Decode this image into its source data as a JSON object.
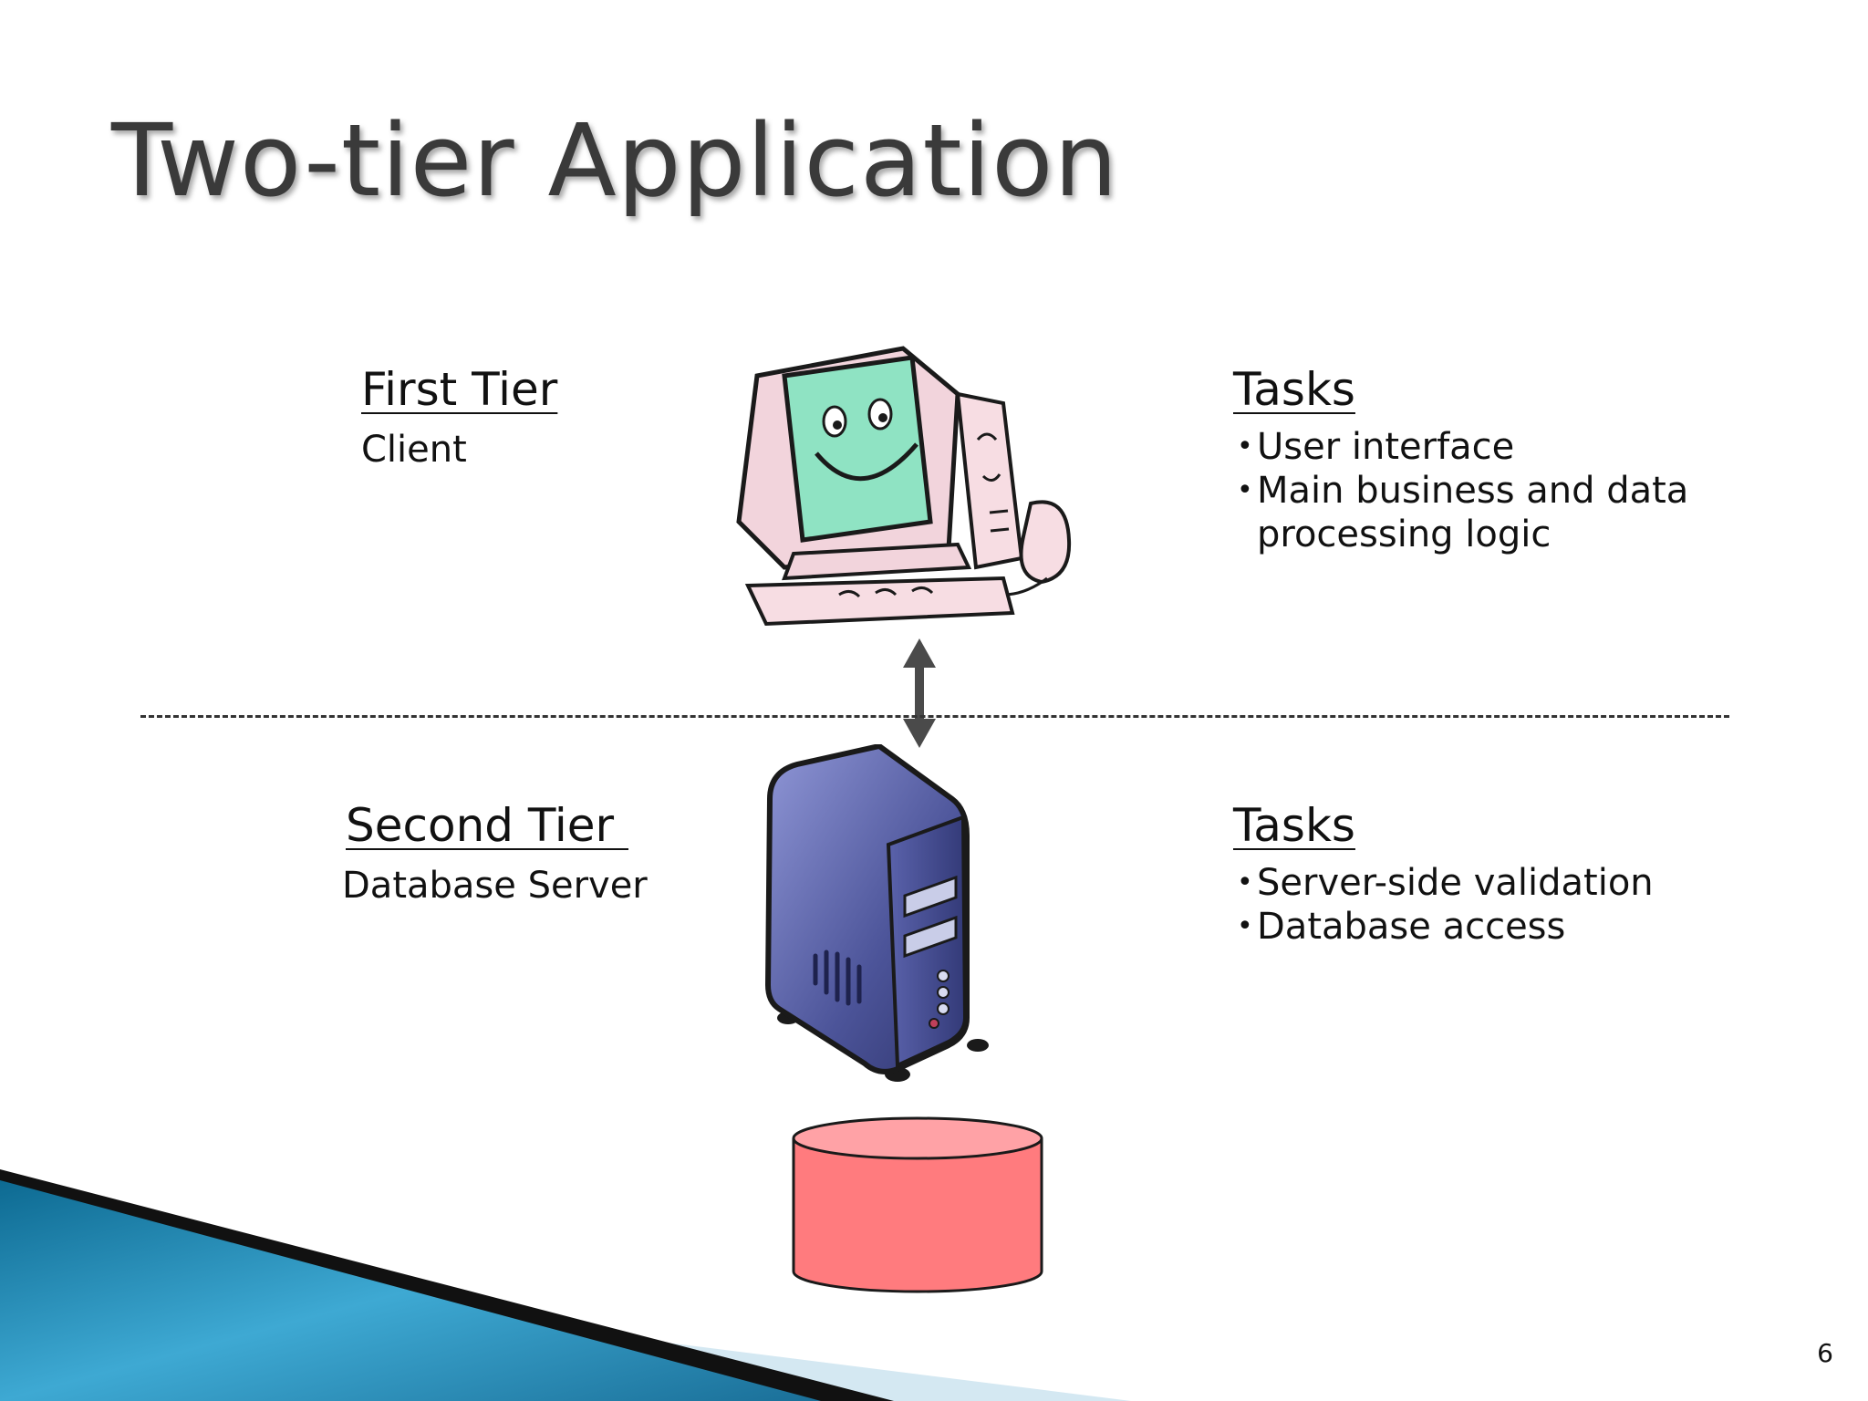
{
  "slide": {
    "title": "Two-tier Application",
    "page_number": "6"
  },
  "first_tier": {
    "heading": "First Tier",
    "label": "Client",
    "tasks_heading": "Tasks",
    "tasks": [
      "User interface",
      "Main business and data processing logic"
    ]
  },
  "second_tier": {
    "heading": "Second Tier ",
    "label": "Database Server",
    "tasks_heading": "Tasks",
    "tasks": [
      "Server-side validation",
      "Database access"
    ]
  },
  "icons": {
    "client": "smiling-computer-icon",
    "connection": "double-arrow-icon",
    "server": "server-tower-icon",
    "database": "database-cylinder-icon"
  },
  "colors": {
    "database_fill": "#ff7b7e",
    "server_body": "#4a5296",
    "monitor_screen": "#7fe0b8",
    "accent_teal": "#1f7fa6"
  }
}
